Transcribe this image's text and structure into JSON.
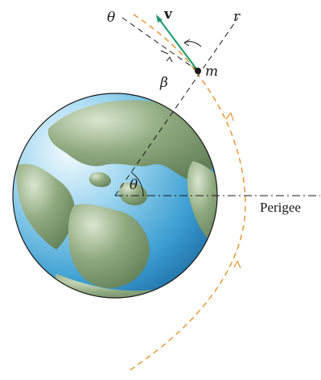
{
  "labels": {
    "theta_axis": "θ",
    "r_axis": "r",
    "velocity": "v",
    "angle_beta": "β",
    "mass": "m",
    "angle_theta": "θ",
    "perigee": "Perigee"
  },
  "colors": {
    "orbit": "#e8902c",
    "velocity": "#1a9a6a",
    "ocean_light": "#d8eef8",
    "ocean_mid": "#7cc4e6",
    "ocean_dark": "#2f8fc6",
    "land": "#7e9a70",
    "line": "#1a1a1a"
  }
}
